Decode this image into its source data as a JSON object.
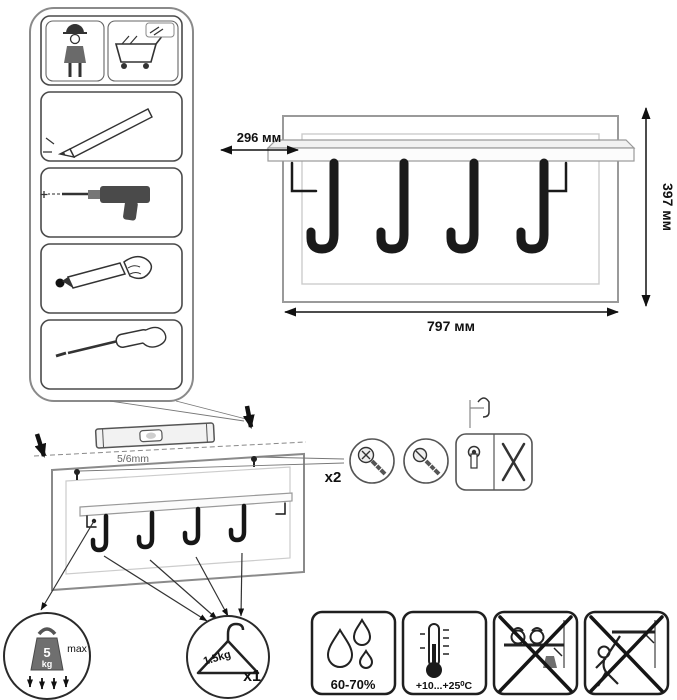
{
  "product": {
    "dim_depth": "296 мм",
    "dim_height": "397 мм",
    "dim_width": "797 мм"
  },
  "installation": {
    "drill_hole": "5/6mm",
    "fasteners_qty": "x2"
  },
  "load_limits": {
    "shelf_max_value": "5",
    "shelf_max_unit": "kg",
    "shelf_max_label": "max",
    "hook_max": "1.5kg",
    "hanger_qty": "x1"
  },
  "environment": {
    "humidity": "60-70%",
    "temperature": "+10...+25⁰C"
  },
  "icons": {
    "tools": [
      "worker-cart-icon",
      "pencil-icon",
      "drill-icon",
      "glue-dowel-icon",
      "screwdriver-hand-icon"
    ],
    "fasteners": [
      "screw-icon",
      "screw-icon",
      "keyhole-bracket-icon"
    ],
    "warnings": [
      "humidity-icon",
      "thermometer-icon",
      "no-overload-icon",
      "no-climbing-icon"
    ]
  },
  "colors": {
    "outline": "#1a1a1a",
    "panel_stroke": "#9a9a9a",
    "hook_fill": "#1a1a1a"
  }
}
